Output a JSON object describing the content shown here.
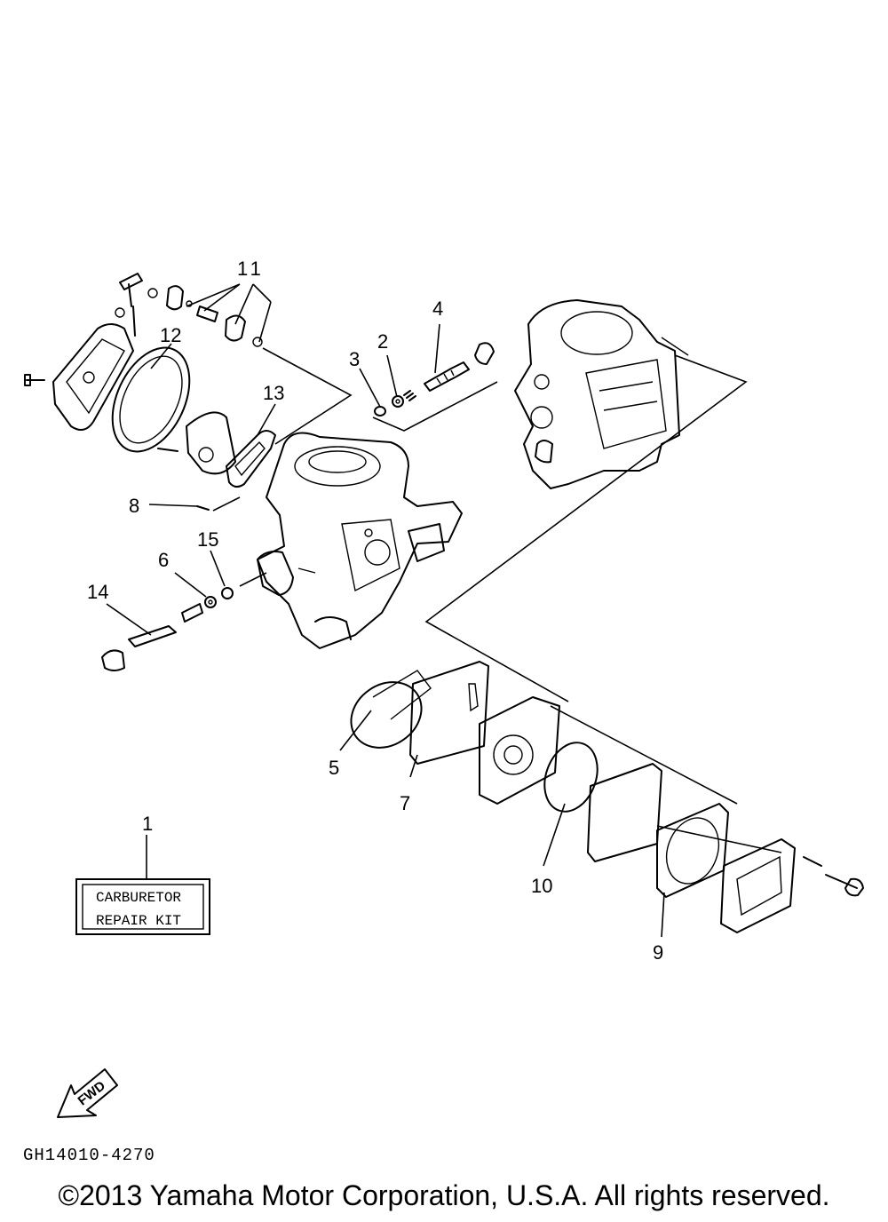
{
  "callouts": [
    {
      "id": "1",
      "label": "1"
    },
    {
      "id": "2",
      "label": "2"
    },
    {
      "id": "3",
      "label": "3"
    },
    {
      "id": "4",
      "label": "4"
    },
    {
      "id": "5",
      "label": "5"
    },
    {
      "id": "6",
      "label": "6"
    },
    {
      "id": "7",
      "label": "7"
    },
    {
      "id": "8",
      "label": "8"
    },
    {
      "id": "9",
      "label": "9"
    },
    {
      "id": "10",
      "label": "10"
    },
    {
      "id": "11",
      "label": "11"
    },
    {
      "id": "12",
      "label": "12"
    },
    {
      "id": "13",
      "label": "13"
    },
    {
      "id": "14",
      "label": "14"
    },
    {
      "id": "15",
      "label": "15"
    }
  ],
  "kit_label": {
    "line1": "CARBURETOR",
    "line2": "REPAIR KIT"
  },
  "fwd_label": "FWD",
  "diagram_code": "GH14010-4270",
  "copyright": "©2013 Yamaha Motor Corporation, U.S.A. All rights reserved."
}
